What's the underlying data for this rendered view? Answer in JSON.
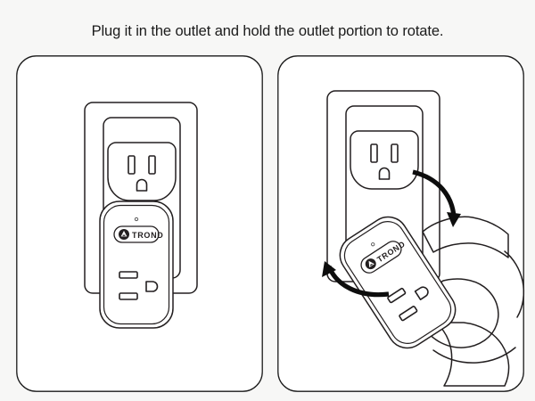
{
  "title": "Plug it in the outlet and hold the outlet portion to rotate.",
  "brand": {
    "name": "TROND",
    "badge_icon": "trond-triangle-emblem"
  },
  "colors": {
    "background": "#f7f7f6",
    "panel_fill": "#ffffff",
    "line": "#231f20",
    "arrow": "#0d0d0d",
    "text": "#1b1b1b"
  },
  "panels": [
    {
      "id": "left",
      "name": "step-plug-in",
      "caption": "",
      "elements": {
        "wall_plate": "wall-outlet-plate",
        "receptacle": "nema-5-15-receptacle",
        "device": "trond-rotating-outlet-adapter",
        "device_orientation": "vertical-upright",
        "device_receptacle_orientation": "horizontal-slots",
        "led_indicator": "led-indicator-dot"
      }
    },
    {
      "id": "right",
      "name": "step-rotate",
      "caption": "",
      "elements": {
        "wall_plate": "wall-outlet-plate",
        "receptacle": "nema-5-15-receptacle",
        "device": "trond-rotating-outlet-adapter",
        "device_orientation": "tilted-rotating",
        "hand": "hand-gripping-device",
        "arrow_right": "rotation-arrow-clockwise-down",
        "arrow_left": "rotation-arrow-counterclockwise-up",
        "led_indicator": "led-indicator-dot"
      }
    }
  ]
}
